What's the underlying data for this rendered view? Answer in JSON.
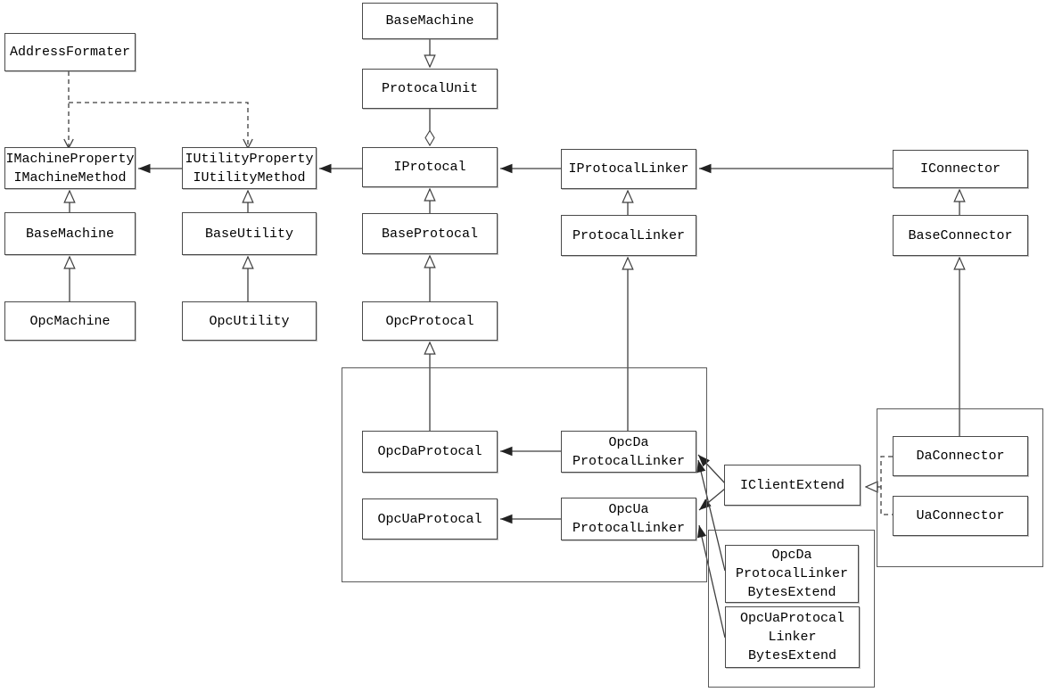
{
  "diagram_type": "uml-class-diagram",
  "colors": {
    "line": "#3f3f3f",
    "box_border": "#4a4a4a",
    "background": "#ffffff",
    "text": "#000000"
  },
  "nodes": {
    "addressFormater": {
      "lines": [
        "AddressFormater"
      ]
    },
    "baseMachineTop": {
      "lines": [
        "BaseMachine"
      ]
    },
    "protocalUnit": {
      "lines": [
        "ProtocalUnit"
      ]
    },
    "iMachine": {
      "lines": [
        "IMachineProperty",
        "IMachineMethod"
      ]
    },
    "iUtility": {
      "lines": [
        "IUtilityProperty",
        "IUtilityMethod"
      ]
    },
    "iProtocal": {
      "lines": [
        "IProtocal"
      ]
    },
    "iProtocalLinker": {
      "lines": [
        "IProtocalLinker"
      ]
    },
    "iConnector": {
      "lines": [
        "IConnector"
      ]
    },
    "baseMachine": {
      "lines": [
        "BaseMachine"
      ]
    },
    "baseUtility": {
      "lines": [
        "BaseUtility"
      ]
    },
    "baseProtocal": {
      "lines": [
        "BaseProtocal"
      ]
    },
    "protocalLinker": {
      "lines": [
        "ProtocalLinker"
      ]
    },
    "baseConnector": {
      "lines": [
        "BaseConnector"
      ]
    },
    "opcMachine": {
      "lines": [
        "OpcMachine"
      ]
    },
    "opcUtility": {
      "lines": [
        "OpcUtility"
      ]
    },
    "opcProtocal": {
      "lines": [
        "OpcProtocal"
      ]
    },
    "opcDaProtocal": {
      "lines": [
        "OpcDaProtocal"
      ]
    },
    "opcDaProtocalLinker": {
      "lines": [
        "OpcDa",
        "ProtocalLinker"
      ]
    },
    "opcUaProtocal": {
      "lines": [
        "OpcUaProtocal"
      ]
    },
    "opcUaProtocalLinker": {
      "lines": [
        "OpcUa",
        "ProtocalLinker"
      ]
    },
    "iClientExtend": {
      "lines": [
        "IClientExtend"
      ]
    },
    "daConnector": {
      "lines": [
        "DaConnector"
      ]
    },
    "uaConnector": {
      "lines": [
        "UaConnector"
      ]
    },
    "opcDaBytesExtend": {
      "lines": [
        "OpcDa",
        "ProtocalLinker",
        "BytesExtend"
      ]
    },
    "opcUaBytesExtend": {
      "lines": [
        "OpcUaProtocal",
        "Linker",
        "BytesExtend"
      ]
    }
  }
}
